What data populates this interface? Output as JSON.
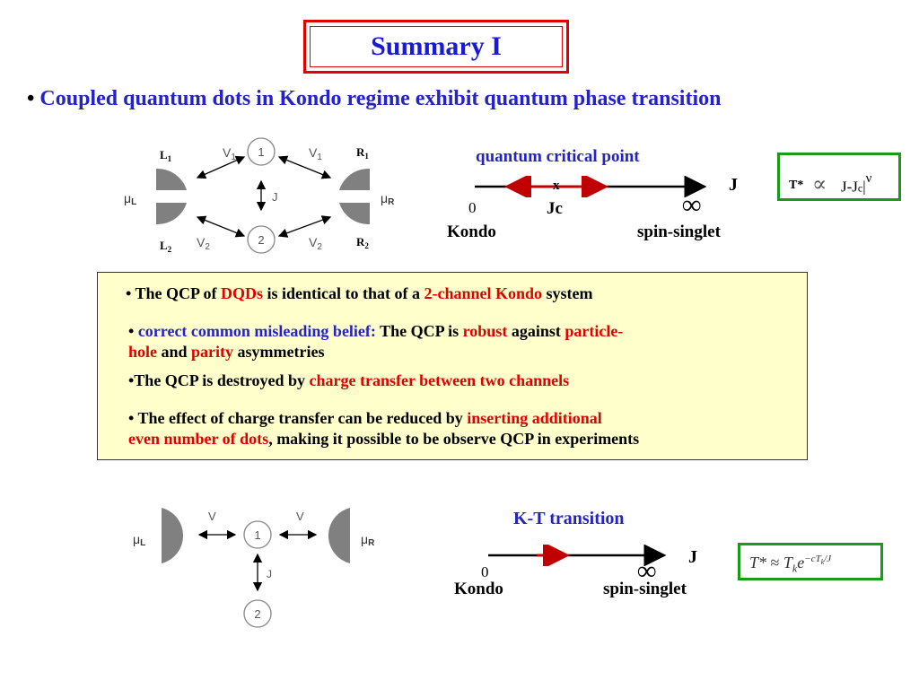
{
  "title": "Summary I",
  "main_bullet": {
    "marker": "•",
    "text": "Coupled quantum dots in Kondo regime exhibit quantum phase transition"
  },
  "diagram1": {
    "lead_labels": {
      "L1": "L",
      "L1_sub": "1",
      "L2": "L",
      "L2_sub": "2",
      "R1": "R",
      "R1_sub": "1",
      "R2": "R",
      "R2_sub": "2",
      "mu_left": "μ",
      "mu_left_sub": "L",
      "mu_right": "μ",
      "mu_right_sub": "R"
    },
    "couplings": {
      "v1_left": "V",
      "v1_left_sub": "1",
      "v1_right": "V",
      "v1_right_sub": "1",
      "v2_left": "V",
      "v2_left_sub": "2",
      "v2_right": "V",
      "v2_right_sub": "2",
      "j": "J"
    },
    "dots": [
      "1",
      "2"
    ]
  },
  "phase_line1": {
    "heading": "quantum critical point",
    "axis_label": "J",
    "zero": "0",
    "zero_label": "Kondo",
    "critical_marker": "x",
    "critical_label": "Jc",
    "infinity": "∞",
    "infinity_label": "spin-singlet"
  },
  "formula1": {
    "lhs": "T*",
    "prop": "∝",
    "rhs": "J-J",
    "rhs_sub": "c",
    "bar": "|",
    "exponent": "ν"
  },
  "summary_box": {
    "item1": {
      "p1": "• The QCP of ",
      "p2": "DQDs",
      "p3": " is identical to that of a ",
      "p4": "2-channel Kondo",
      "p5": " system"
    },
    "item2": {
      "p1": "• ",
      "p2": "correct common misleading belief:",
      "p3": " The QCP is ",
      "p4": "robust",
      "p5": " against ",
      "p6": "particle-",
      "p7": "hole",
      "p8": " and ",
      "p9": "parity",
      "p10": " asymmetries"
    },
    "item3": {
      "p1": "•The QCP is destroyed by ",
      "p2": "charge transfer between two channels"
    },
    "item4": {
      "p1": "• The effect of charge transfer can be reduced by ",
      "p2": "inserting additional",
      "p3": "even number of dots",
      "p4": ", making it possible to be observe QCP in experiments"
    }
  },
  "diagram2": {
    "mu_left": "μ",
    "mu_left_sub": "L",
    "mu_right": "μ",
    "mu_right_sub": "R",
    "v_left": "V",
    "v_right": "V",
    "j": "J",
    "dots": [
      "1",
      "2"
    ]
  },
  "phase_line2": {
    "heading": "K-T transition",
    "axis_label": "J",
    "zero": "0",
    "zero_label": "Kondo",
    "infinity": "∞",
    "infinity_label": "spin-singlet"
  },
  "formula2": {
    "lhs": "T*",
    "approx": "≈",
    "tk": "T",
    "tk_sub": "k",
    "e": "e",
    "exp_neg": "−c",
    "exp_tk": "T",
    "exp_tk_sub": "k",
    "exp_tail": "/J"
  },
  "colors": {
    "title_text": "#1a1ad6",
    "title_border": "#e00000",
    "accent_blue": "#2323c8",
    "accent_red": "#e00000",
    "box_fill": "#ffffcc",
    "formula_border": "#1a9a1a"
  }
}
